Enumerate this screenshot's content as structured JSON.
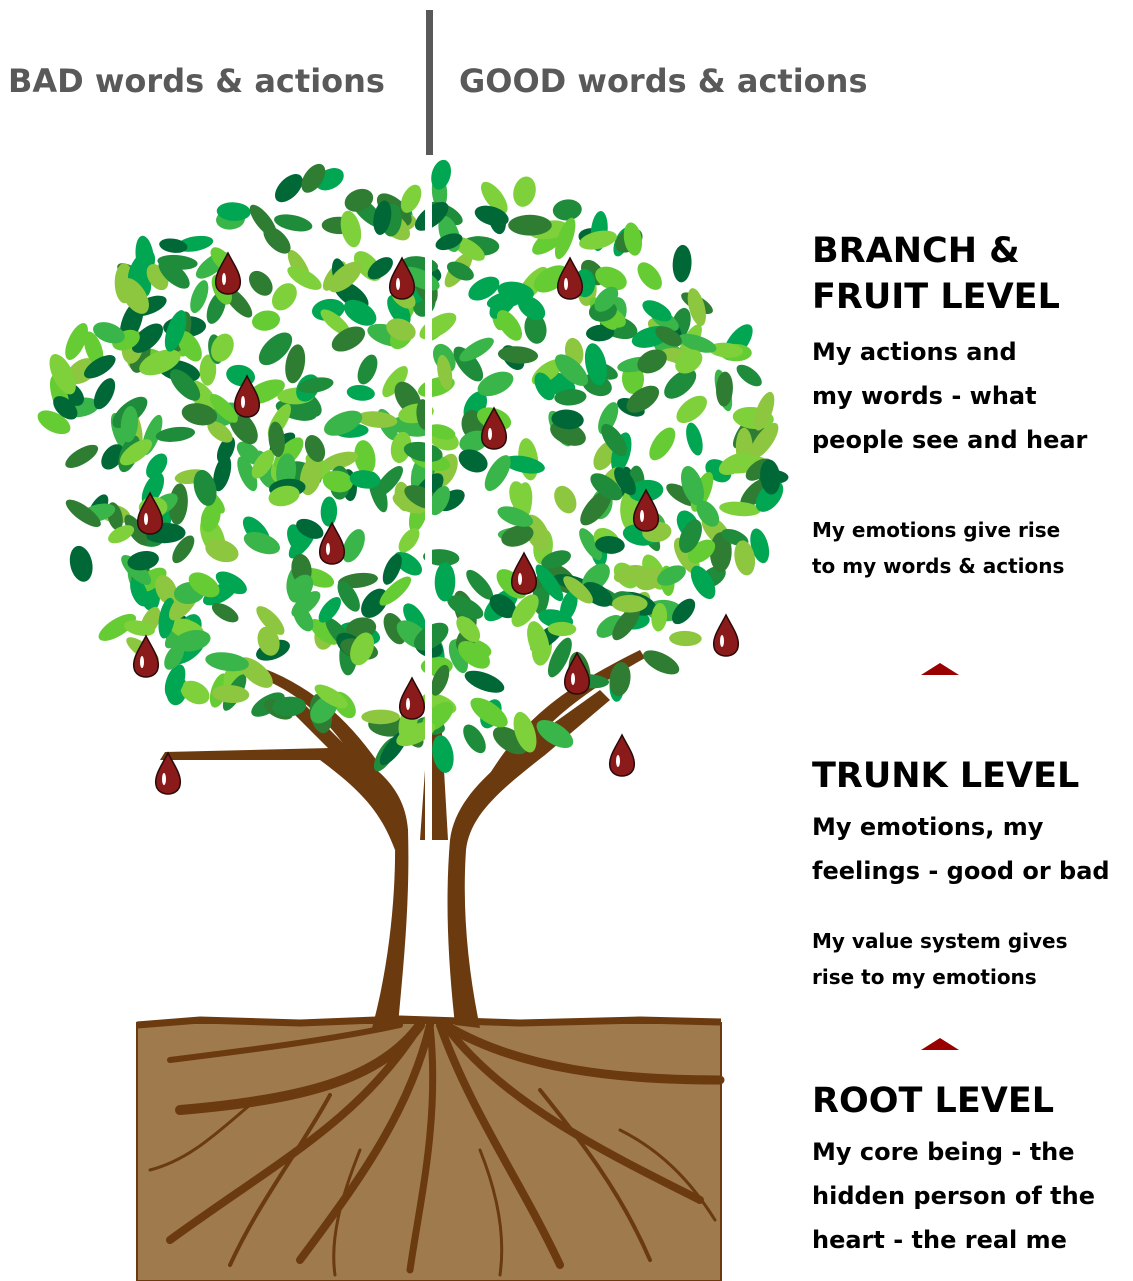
{
  "header": {
    "bad_label": "BAD words & actions",
    "good_label": "GOOD words & actions"
  },
  "levels": {
    "branch": {
      "title": "BRANCH &\nFRUIT LEVEL",
      "description": "My actions and\nmy words - what\npeople see and hear",
      "note": "My emotions give rise\nto my words & actions"
    },
    "trunk": {
      "title": "TRUNK LEVEL",
      "description": "My emotions, my\nfeelings - good or bad",
      "note": "My value system gives\nrise to my emotions"
    },
    "root": {
      "title": "ROOT LEVEL",
      "description": "My core being - the\nhidden person of  the\nheart - the real me"
    }
  },
  "colors": {
    "header_text": "#595959",
    "divider": "#595959",
    "soil": "#9E7A4D",
    "trunk": "#6B3A0F",
    "fruit": "#8B1A1A",
    "arrow": "#990000",
    "leaf_palette": [
      "#00A651",
      "#1E8C3A",
      "#39B54A",
      "#66CC33",
      "#8DC63F",
      "#006837",
      "#2E7D32",
      "#7FD13B"
    ]
  },
  "icons": {
    "arrow_up_1": "arrow-up-icon",
    "arrow_up_2": "arrow-up-icon"
  }
}
